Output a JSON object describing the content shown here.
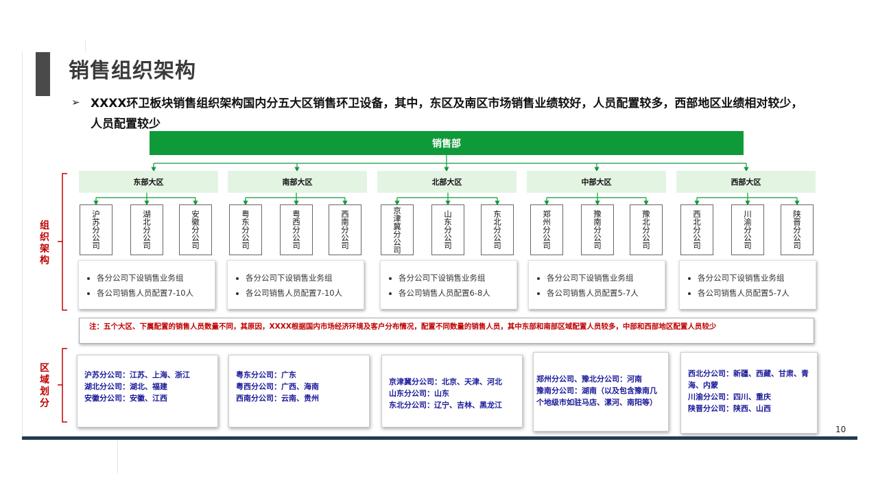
{
  "page": {
    "title": "销售组织架构",
    "bullet": "➢",
    "subtitle": "XXXX环卫板块销售组织架构国内分五大区销售环卫设备，其中，东区及南区市场销售业绩较好，人员配置较多，西部地区业绩相对较少，人员配置较少",
    "page_number": "10"
  },
  "org": {
    "hq": "销售部",
    "side_label_org": "组织架构",
    "side_label_area": "区域划分",
    "regions": [
      {
        "name": "东部大区",
        "branches": [
          "沪苏分公司",
          "湖北分公司",
          "安徽分公司"
        ],
        "info": [
          "各分公司下设销售业务组",
          "各公司销售人员配置7-10人"
        ]
      },
      {
        "name": "南部大区",
        "branches": [
          "粤东分公司",
          "粤西分公司",
          "西南分公司"
        ],
        "info": [
          "各分公司下设销售业务组",
          "各公司销售人员配置7-10人"
        ]
      },
      {
        "name": "北部大区",
        "branches": [
          "京津冀分公司",
          "山东分公司",
          "东北分公司"
        ],
        "info": [
          "各分公司下设销售业务组",
          "各公司销售人员配置6-8人"
        ]
      },
      {
        "name": "中部大区",
        "branches": [
          "郑州分公司",
          "豫南分公司",
          "豫北分公司"
        ],
        "info": [
          "各分公司下设销售业务组",
          "各公司销售人员配置5-7人"
        ]
      },
      {
        "name": "西部大区",
        "branches": [
          "西北分公司",
          "川渝分公司",
          "陕晋分公司"
        ],
        "info": [
          "各分公司下设销售业务组",
          "各公司销售人员配置5-7人"
        ]
      }
    ],
    "note": "注：五个大区、下属配置的销售人员数量不同，其原因，XXXX根据国内市场经济环境及客户分布情况，配置不同数量的销售人员，其中东部和南部区域配置人员较多，中部和西部地区配置人员较少",
    "areas": [
      [
        "沪苏分公司：江苏、上海、浙江",
        "湖北分公司：湖北、福建",
        "安徽分公司：安徽、江西"
      ],
      [
        "粤东分公司：广东",
        "粤西分公司：广西、海南",
        "西南分公司：云南、贵州"
      ],
      [
        "京津冀分公司：北京、天津、河北",
        "山东分公司：山东",
        "东北分公司：辽宁、吉林、黑龙江"
      ],
      [
        "郑州分公司、豫北分公司：河南",
        "豫南分公司：湖南（以及包含豫南几个地级市如驻马店、漯河、南阳等）"
      ],
      [
        "西北分公司：新疆、西藏、甘肃、青海、内蒙",
        "川渝分公司：四川、重庆",
        "陕晋分公司：陕西、山西"
      ]
    ]
  },
  "colors": {
    "hq_green": "#0f9a3a",
    "region_fill": "#e3f4e3",
    "note_red": "#c00000",
    "area_blue": "#1a1a9a",
    "footer_navy": "#243b55"
  }
}
